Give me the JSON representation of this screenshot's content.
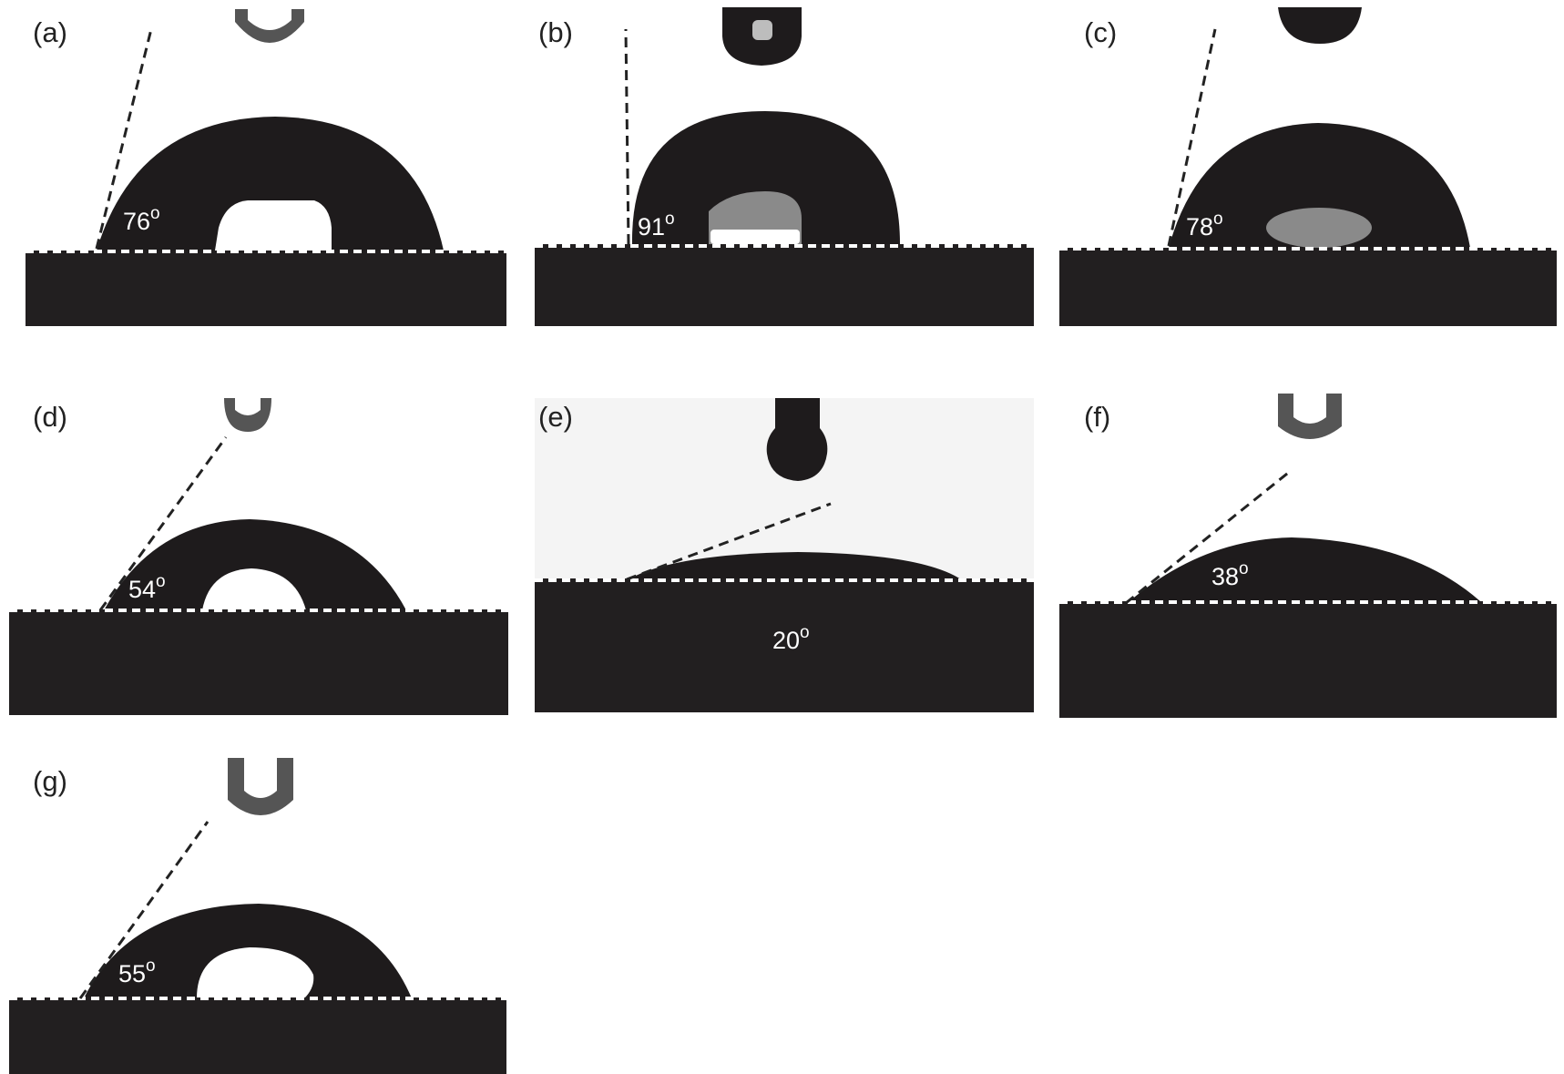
{
  "panels": [
    {
      "id": "a",
      "label": "(a)",
      "angle": "76",
      "degree_symbol": "o"
    },
    {
      "id": "b",
      "label": "(b)",
      "angle": "91",
      "degree_symbol": "o"
    },
    {
      "id": "c",
      "label": "(c)",
      "angle": "78",
      "degree_symbol": "o"
    },
    {
      "id": "d",
      "label": "(d)",
      "angle": "54",
      "degree_symbol": "o"
    },
    {
      "id": "e",
      "label": "(e)",
      "angle": "20",
      "degree_symbol": "o"
    },
    {
      "id": "f",
      "label": "(f)",
      "angle": "38",
      "degree_symbol": "o"
    },
    {
      "id": "g",
      "label": "(g)",
      "angle": "55",
      "degree_symbol": "o"
    }
  ],
  "colors": {
    "substrate": "#221f20",
    "droplet": "#1e1b1c",
    "background": "#ffffff",
    "angle_text": "#ffffff"
  }
}
